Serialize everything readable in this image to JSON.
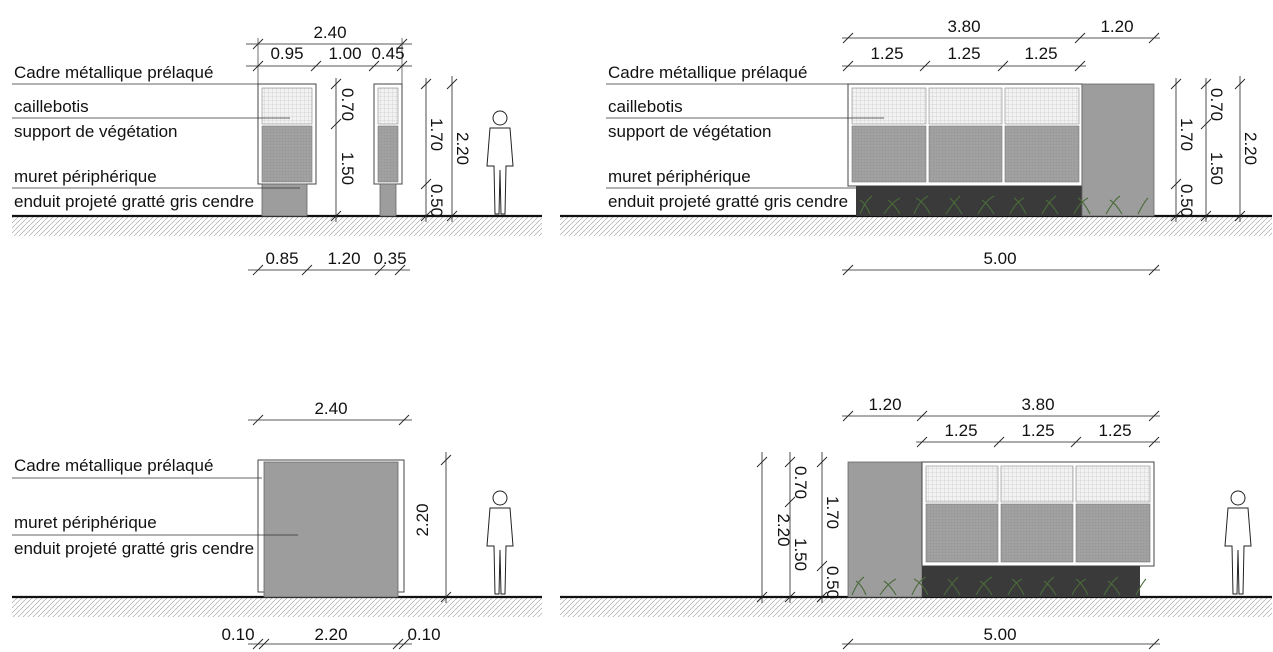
{
  "drawings": [
    {
      "id": "section-top-left",
      "labels": [
        "Cadre métallique prélaqué",
        "caillebotis",
        "support de végétation",
        "muret périphérique",
        "enduit projeté gratté gris cendre"
      ],
      "dims_top": [
        "2.40",
        "0.95",
        "1.00",
        "0.45"
      ],
      "dims_vertical": [
        "0.70",
        "1.50",
        "1.70",
        "0.50",
        "2.20"
      ],
      "dims_bottom": [
        "0.85",
        "1.20",
        "0.35"
      ]
    },
    {
      "id": "elevation-top-right",
      "labels": [
        "Cadre métallique prélaqué",
        "caillebotis",
        "support de végétation",
        "muret périphérique",
        "enduit projeté gratté gris cendre"
      ],
      "dims_top": [
        "3.80",
        "1.20",
        "1.25",
        "1.25",
        "1.25"
      ],
      "dims_vertical": [
        "0.70",
        "1.70",
        "1.50",
        "0.50",
        "2.20"
      ],
      "dims_bottom": [
        "5.00"
      ]
    },
    {
      "id": "elevation-bottom-left",
      "labels": [
        "Cadre métallique prélaqué",
        "muret périphérique",
        "enduit projeté gratté gris cendre"
      ],
      "dims_top": [
        "2.40"
      ],
      "dims_vertical": [
        "2.20"
      ],
      "dims_bottom": [
        "0.10",
        "2.20",
        "0.10"
      ]
    },
    {
      "id": "elevation-bottom-right",
      "labels": [],
      "dims_top": [
        "1.20",
        "3.80",
        "1.25",
        "1.25",
        "1.25"
      ],
      "dims_vertical": [
        "2.20",
        "0.70",
        "1.70",
        "1.50",
        "0.50"
      ],
      "dims_bottom": [
        "5.00"
      ]
    }
  ]
}
